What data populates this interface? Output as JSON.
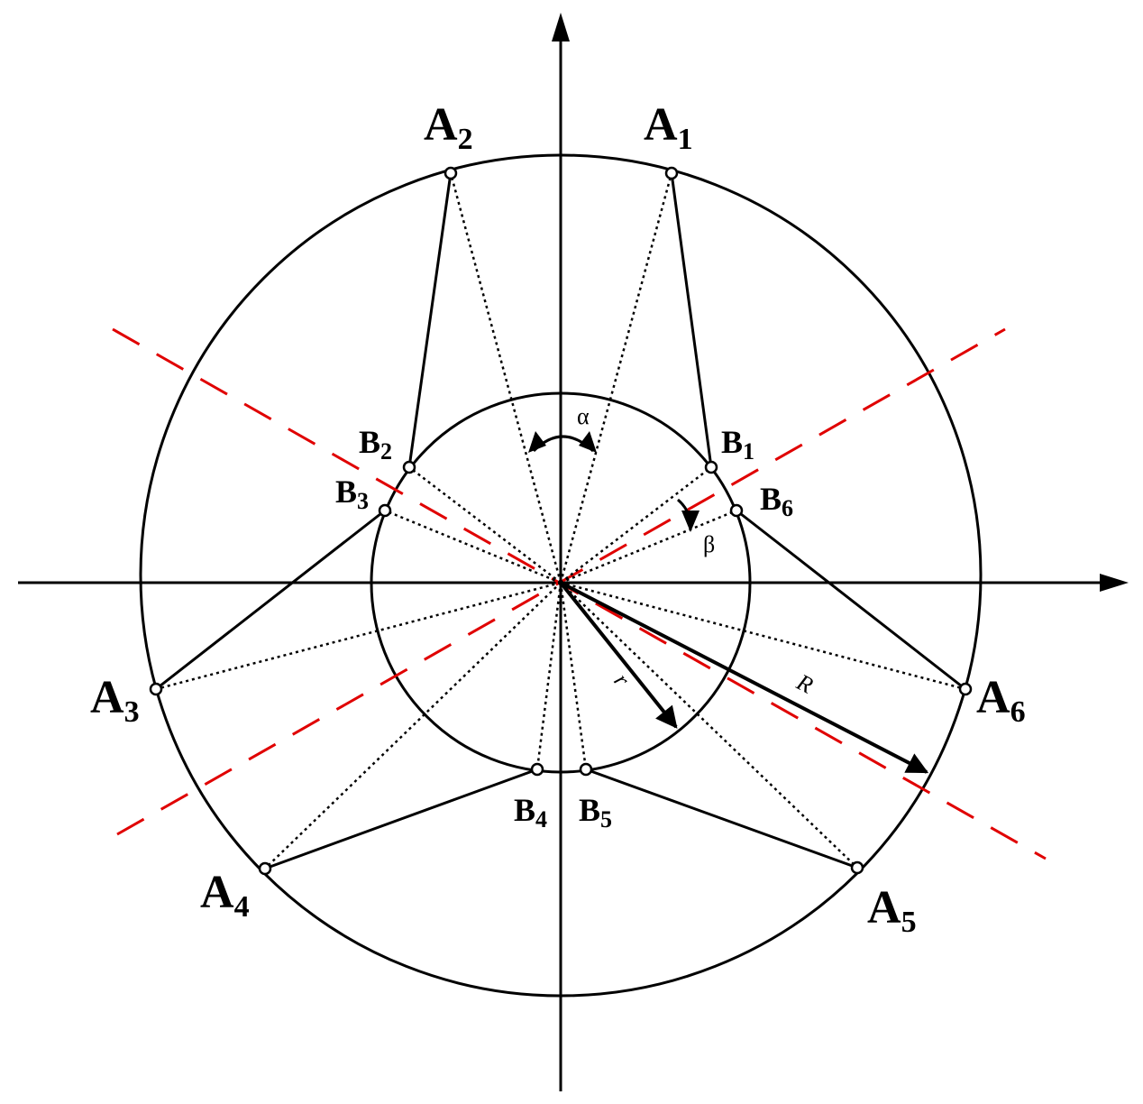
{
  "colors": {
    "line": "#000000",
    "symmetry": "#e00000",
    "point_fill": "#ffffff"
  },
  "outer_points": [
    {
      "id": "A1",
      "letter": "A",
      "sub": "1"
    },
    {
      "id": "A2",
      "letter": "A",
      "sub": "2"
    },
    {
      "id": "A3",
      "letter": "A",
      "sub": "3"
    },
    {
      "id": "A4",
      "letter": "A",
      "sub": "4"
    },
    {
      "id": "A5",
      "letter": "A",
      "sub": "5"
    },
    {
      "id": "A6",
      "letter": "A",
      "sub": "6"
    }
  ],
  "inner_points": [
    {
      "id": "B1",
      "letter": "B",
      "sub": "1"
    },
    {
      "id": "B2",
      "letter": "B",
      "sub": "2"
    },
    {
      "id": "B3",
      "letter": "B",
      "sub": "3"
    },
    {
      "id": "B4",
      "letter": "B",
      "sub": "4"
    },
    {
      "id": "B5",
      "letter": "B",
      "sub": "5"
    },
    {
      "id": "B6",
      "letter": "B",
      "sub": "6"
    }
  ],
  "angles": {
    "alpha": "α",
    "beta": "β"
  },
  "radii": {
    "inner": "r",
    "outer": "R"
  }
}
